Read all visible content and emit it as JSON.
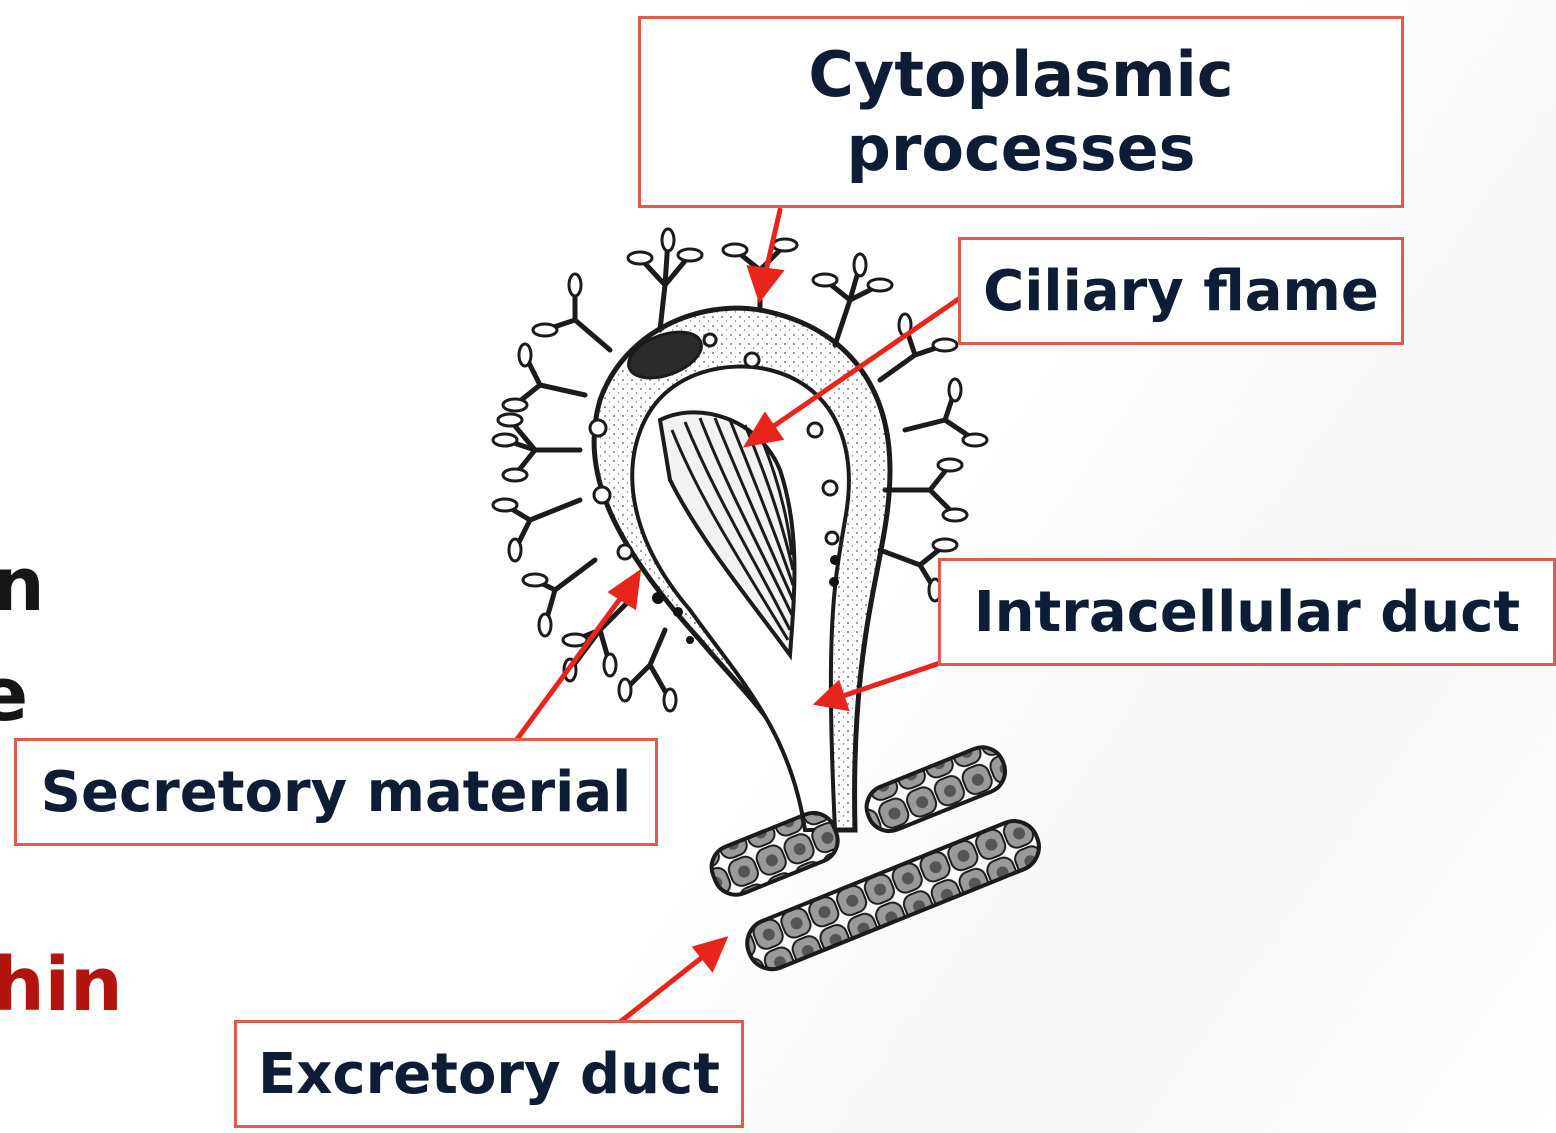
{
  "colors": {
    "arrow": "#e8241c",
    "box_border": "#e05a4e",
    "label_text": "#0e1c36",
    "clipped_red_text": "#b3140f",
    "drawing_ink": "#1b1b1b"
  },
  "clipped_text": {
    "line1": "n",
    "line2": "e",
    "line3": "hin"
  },
  "labels": {
    "cytoplasmic_line1": "Cytoplasmic",
    "cytoplasmic_line2": "processes",
    "ciliary_flame": "Ciliary flame",
    "intracellular_duct": "Intracellular duct",
    "secretory_material": "Secretory material",
    "excretory_duct": "Excretory duct"
  }
}
